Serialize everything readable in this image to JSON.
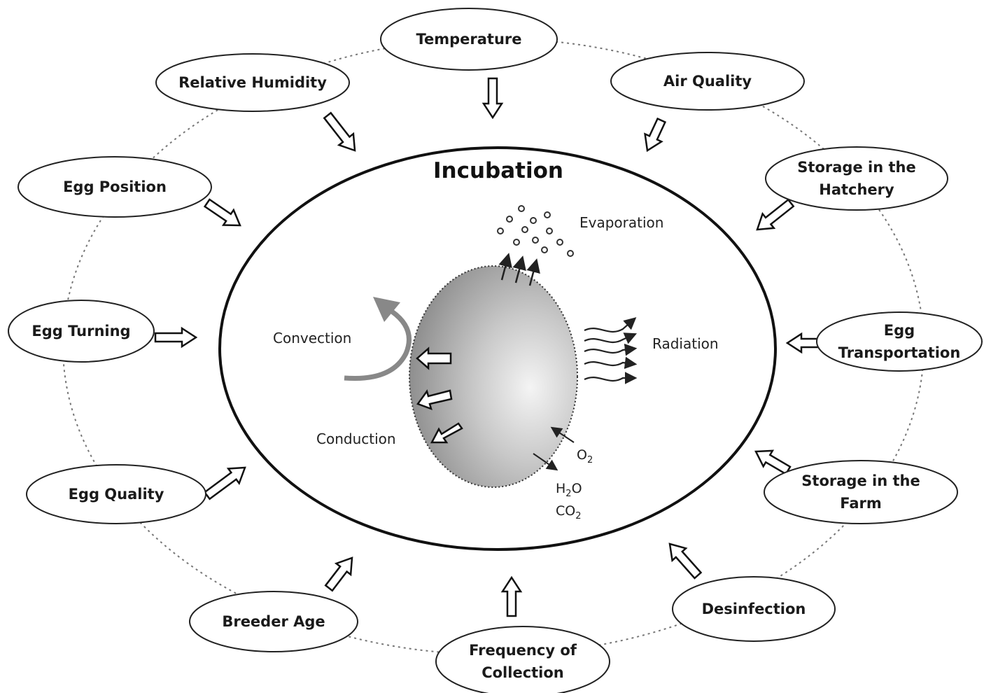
{
  "diagram": {
    "center_title": "Incubation",
    "factors": [
      {
        "id": "temperature",
        "lines": [
          "Temperature"
        ]
      },
      {
        "id": "air-quality",
        "lines": [
          "Air Quality"
        ]
      },
      {
        "id": "storage-hatchery",
        "lines": [
          "Storage in the",
          "Hatchery"
        ]
      },
      {
        "id": "egg-transportation",
        "lines": [
          "Egg",
          "Transportation"
        ]
      },
      {
        "id": "storage-farm",
        "lines": [
          "Storage in the",
          "Farm"
        ]
      },
      {
        "id": "desinfection",
        "lines": [
          "Desinfection"
        ]
      },
      {
        "id": "frequency-collection",
        "lines": [
          "Frequency of",
          "Collection"
        ]
      },
      {
        "id": "breeder-age",
        "lines": [
          "Breeder Age"
        ]
      },
      {
        "id": "egg-quality",
        "lines": [
          "Egg Quality"
        ]
      },
      {
        "id": "egg-turning",
        "lines": [
          "Egg Turning"
        ]
      },
      {
        "id": "egg-position",
        "lines": [
          "Egg Position"
        ]
      },
      {
        "id": "relative-humidity",
        "lines": [
          "Relative Humidity"
        ]
      }
    ],
    "processes": {
      "evaporation": "Evaporation",
      "radiation": "Radiation",
      "convection": "Convection",
      "conduction": "Conduction"
    },
    "gases": {
      "o2": {
        "base": "O",
        "sub": "2"
      },
      "h2o": {
        "pre": "H",
        "sub": "2",
        "post": "O"
      },
      "co2": {
        "base": "CO",
        "sub": "2"
      }
    }
  }
}
